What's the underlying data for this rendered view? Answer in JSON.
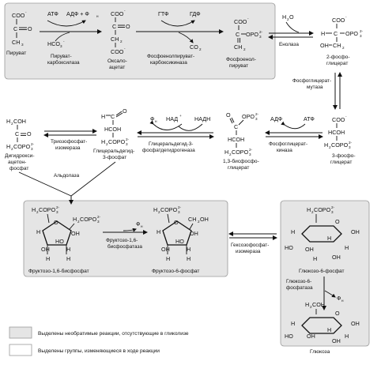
{
  "top": {
    "pyruvate": {
      "l1": "COO",
      "l2": "C",
      "l3": "O",
      "l4": "CH",
      "name": "Пируват"
    },
    "atp": "АТФ",
    "adp_pi": "АДФ + Ф",
    "pi_sub": "н",
    "hco3": "HCO",
    "e1": "Пируват-",
    "e1b": "карбоксилаза",
    "oxaloacetate": {
      "l1": "COO",
      "l2": "C",
      "l3": "O",
      "l4": "CH",
      "l5": "COO",
      "name1": "Оксало-",
      "name2": "ацетат"
    },
    "gtp": "ГТФ",
    "gdp": "ГДФ",
    "co2": "CO",
    "e2": "Фосфоенолпируват-",
    "e2b": "карбоксикиназа",
    "pep": {
      "l1": "COO",
      "l2": "C",
      "l3": "OPO",
      "l4": "CH",
      "name1": "Фосфоенол-",
      "name2": "пируват"
    },
    "h2o": "H",
    "h2o_o": "O",
    "e3": "Енолаза",
    "pg2": {
      "l1": "COO",
      "l2": "H",
      "l3": "C",
      "l4": "OPO",
      "l5": "OH",
      "l6": "CH",
      "name1": "2-фосфо-",
      "name2": "глицерат"
    }
  },
  "right": {
    "e": "Фосфоглицерат-",
    "e2": "мутаза"
  },
  "mid": {
    "dhap": {
      "l1": "H",
      "l2": "COH",
      "l3": "C",
      "l4": "O",
      "l5": "H",
      "l6": "COPO",
      "name1": "Дигидрокси-",
      "name2": "ацетон-",
      "name3": "фосфат"
    },
    "tpi1": "Триозофосфат-",
    "tpi2": "изомераза",
    "g3p": {
      "l1": "H",
      "l2": "C",
      "l3": "O",
      "l4": "HCOH",
      "l5": "H",
      "l6": "COPO",
      "name1": "Глицеральдегид-",
      "name2": "3-фосфат"
    },
    "pi": "Ф",
    "pi_sub": "н",
    "nad": "НАД",
    "nadh": "НАДН",
    "gapdh1": "Глицеральдегид-3-",
    "gapdh2": "фосфатдегидрогеназа",
    "bpg": {
      "l1": "O",
      "l2": "C",
      "l3": "OPO",
      "l4": "HCOH",
      "l5": "H",
      "l6": "COPO",
      "name1": "1,3-бисфосфо-",
      "name2": "глицерат"
    },
    "adp": "АДФ",
    "atp": "АТФ",
    "pgk1": "Фосфоглицерат-",
    "pgk2": "киназа",
    "pg3": {
      "l1": "COO",
      "l2": "HCOH",
      "l3": "H",
      "l4": "COPO",
      "name1": "3-фосфо-",
      "name2": "глицерат"
    },
    "aldolase": "Альдолаза"
  },
  "bottom": {
    "fbp": {
      "a": "H",
      "b": "COPO",
      "c": "H",
      "d": "COPO",
      "name": "Фруктозо-1,6-бисфосфат"
    },
    "pi": "Ф",
    "pi_sub": "н",
    "fbpase1": "Фруктозо-1,6-",
    "fbpase2": "бисфосфатаза",
    "f6p": {
      "a": "H",
      "b": "COPO",
      "c": "CH",
      "d": "OH",
      "name": "Фруктозо-6-фосфат"
    },
    "gpi1": "Гексозофосфат-",
    "gpi2": "изомераза",
    "g6p": {
      "a": "H",
      "b": "COPO",
      "name": "Глюкозо-6-фосфат"
    },
    "g6pase1": "Глюкозо-6-",
    "g6pase2": "фосфатаза",
    "glc": {
      "a": "H",
      "b": "COH",
      "name": "Глюкоза"
    },
    "ring": {
      "o": "O",
      "h": "H",
      "oh": "OH",
      "ho": "HO"
    }
  },
  "legend": [
    {
      "text": "Выделены необратимые реакции, отсутствующие в гликолизе"
    },
    {
      "text": "Выделены группы, изменяющиеся в ходе реакции"
    }
  ],
  "colors": {
    "box": "#e5e5e5",
    "box_border": "#9a9a9a",
    "ink": "#111111"
  }
}
